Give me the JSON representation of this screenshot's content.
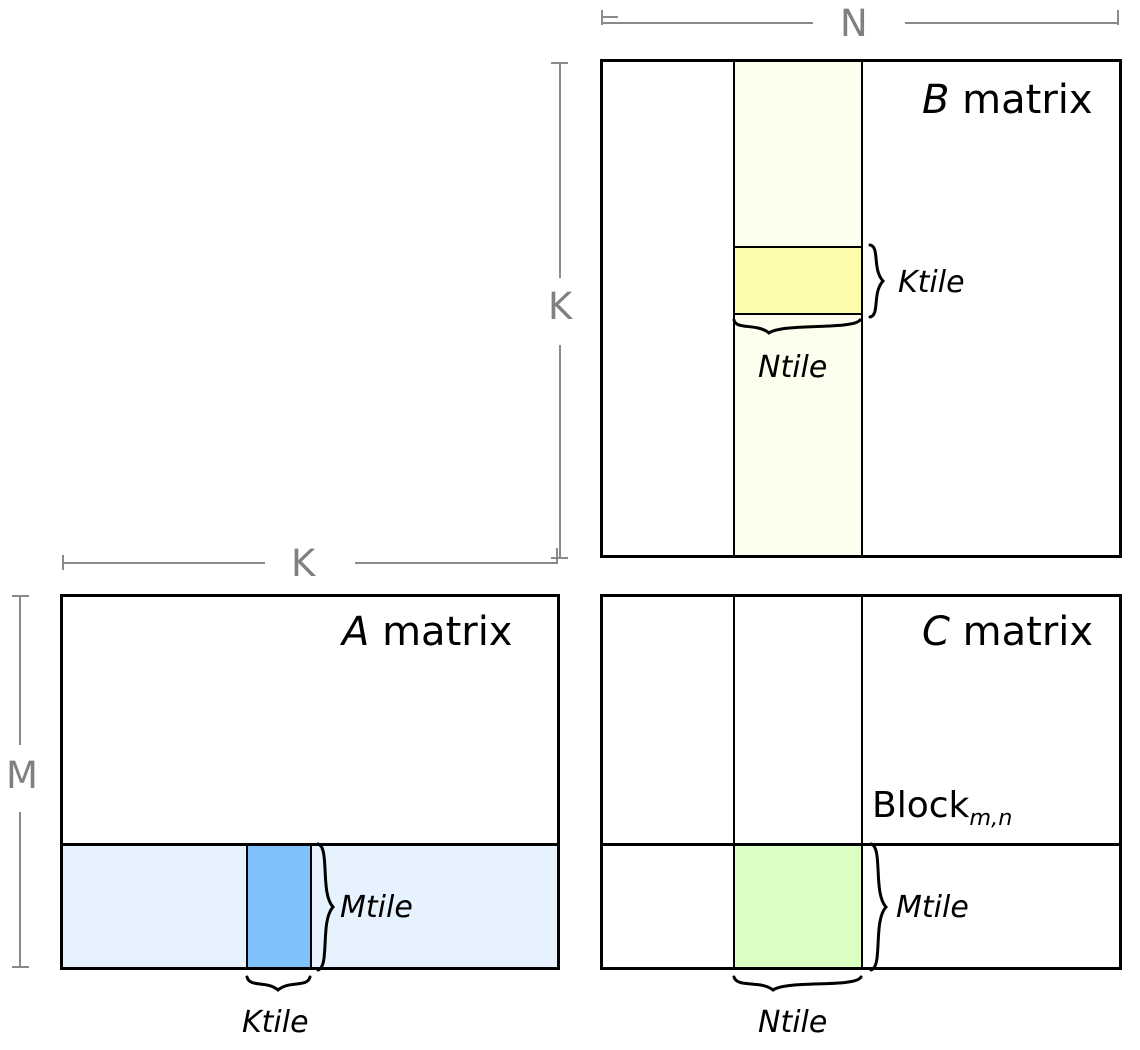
{
  "figure": {
    "title": "Blocked matrix multiplication tiling diagram",
    "background": "#ffffff"
  },
  "colors": {
    "outline": "#000000",
    "dimension_line": "#8a8a8a",
    "dimension_label": "#808080",
    "a_band": "#e6f2fd",
    "a_tile": "#7fc1fb",
    "b_strip": "#fefeee",
    "b_tile": "#fcfcaa",
    "c_tile": "#dcffc4",
    "matrix_fill": "#ffffff"
  },
  "dimensions": {
    "n": "N",
    "k_vertical": "K",
    "k_horizontal": "K",
    "m": "M"
  },
  "matrices": {
    "a": {
      "name": "A",
      "title_suffix": " matrix",
      "band_label": "",
      "tile_width_label": "Ktile",
      "tile_height_label": "Mtile"
    },
    "b": {
      "name": "B",
      "title_suffix": " matrix",
      "tile_height_label": "Ktile",
      "tile_width_label": "Ntile"
    },
    "c": {
      "name": "C",
      "title_suffix": " matrix",
      "block_label": "Block",
      "block_subscript": "m,n",
      "tile_height_label": "Mtile",
      "tile_width_label": "Ntile"
    }
  }
}
